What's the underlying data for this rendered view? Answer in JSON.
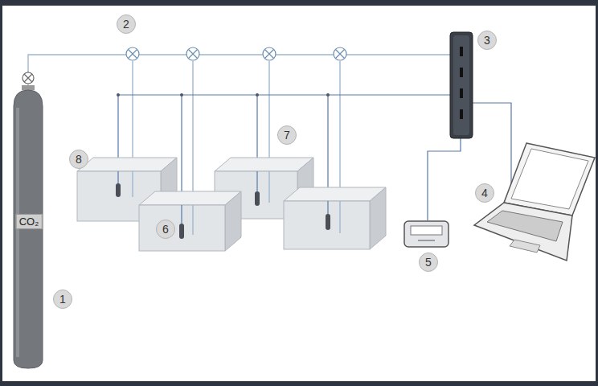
{
  "diagram": {
    "nodes": [
      {
        "text": [
          "CO₂"
        ]
      }
    ],
    "labels": [
      "1",
      "2",
      "3",
      "4",
      "5",
      "6",
      "7",
      "8"
    ]
  }
}
